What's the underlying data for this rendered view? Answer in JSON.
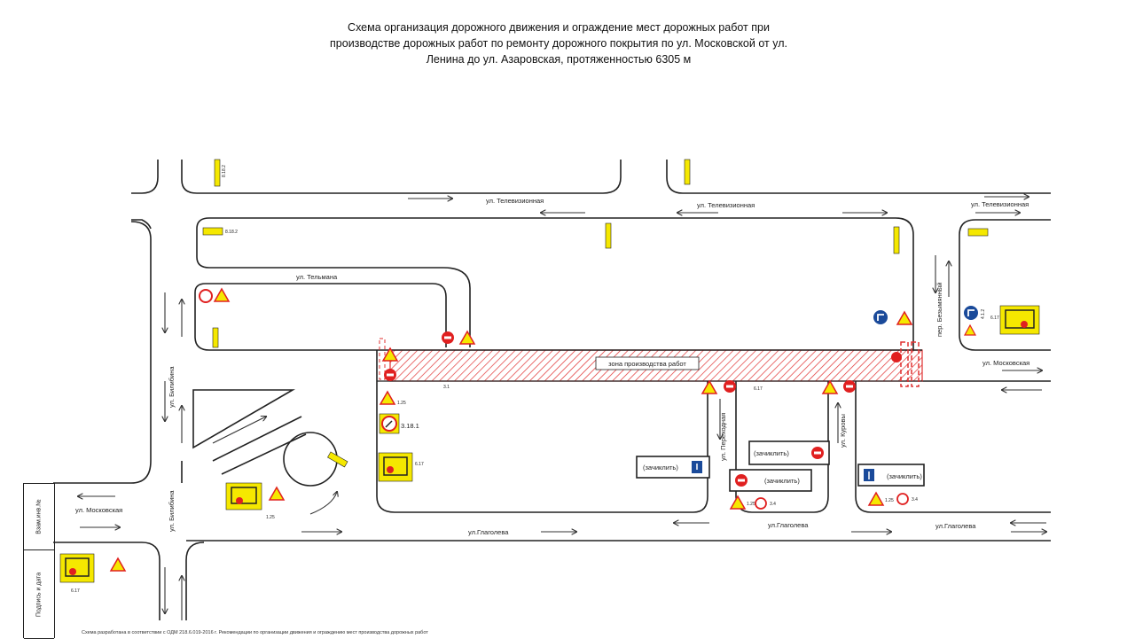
{
  "title_lines": [
    "Схема организация дорожного движения и ограждение мест дорожных работ при",
    "производстве дорожных работ по ремонту дорожного покрытия по ул. Московской от ул.",
    "Ленина до ул. Азаровская, протяженностью 6305 м"
  ],
  "streets": {
    "televizionnaya": "ул. Телевизионная",
    "telmana": "ул. Тельмана",
    "moskovskaya": "ул. Московская",
    "biletbina": "ул. Билибина",
    "glagoleva": "ул.Глаголева",
    "glagoleva2": "ул.Глаголева",
    "perekhodnaya": "ул. Переходная",
    "kurovoy": "ул. Куровы",
    "bezymyanny": "пер. Безымянный"
  },
  "work_zone_label": "зона производства работ",
  "plates": {
    "zachiklit_left": "(зачиклить)",
    "zachiklit_mid_top": "(зачиклить)",
    "zachiklit_mid_bottom": "(зачиклить)",
    "zachiklit_right": "(зачиклить)"
  },
  "sign_codes": {
    "c_6_17a": "6.17",
    "c_6_17b": "6.17",
    "c_6_17c": "6.17",
    "c_6_17d": "6.17",
    "c_3_18_1": "3.18.1",
    "c_1_25a": "1.25",
    "c_1_25b": "1.25",
    "c_1_25c": "1.25",
    "c_1_25d": "1.25",
    "c_3_1": "3.1",
    "c_4_1_2": "4.1.2",
    "c_3_4": "3.4",
    "c_3_4b": "3.4",
    "c_8_18_2": "8.18.2"
  },
  "stamp": {
    "cell1": "Взам.инв.№",
    "cell2": "Подпись и дата"
  },
  "footnote": "Схема разработана в соответствии с ОДМ 218.6.019-2016 г. Рекомендации по организации движения и ограждению мест производства дорожных работ",
  "colors": {
    "zone_hatch": "#e03030",
    "sign_red": "#e02020",
    "sign_yellow": "#f5e800",
    "sign_blue": "#1a4a9a"
  }
}
